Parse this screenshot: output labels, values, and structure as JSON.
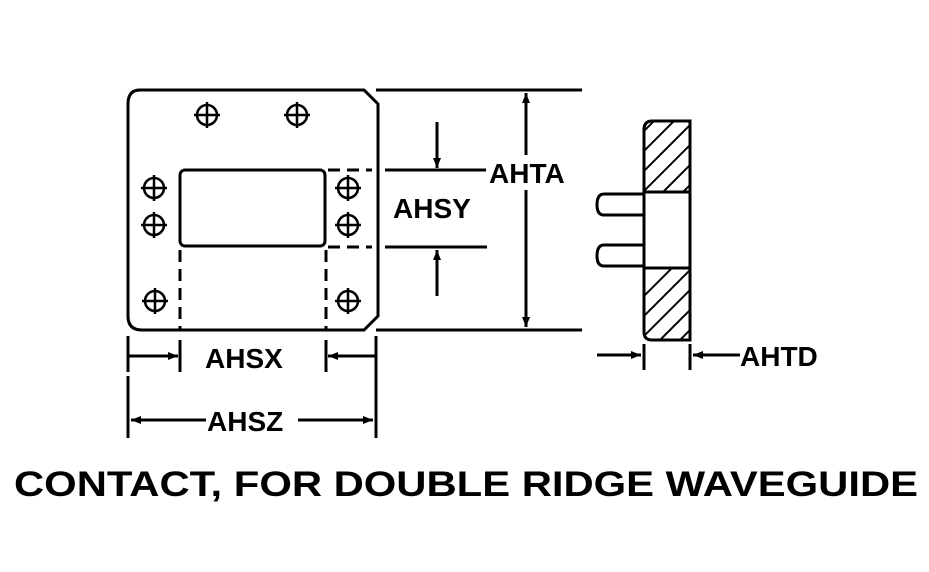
{
  "title": "CONTACT, FOR DOUBLE RIDGE WAVEGUIDE",
  "dimensions": {
    "height_overall": "AHTA",
    "slot_height": "AHSY",
    "slot_width": "AHSX",
    "overall_width": "AHSZ",
    "thickness": "AHTD"
  },
  "colors": {
    "line": "#000000",
    "background": "#ffffff"
  }
}
